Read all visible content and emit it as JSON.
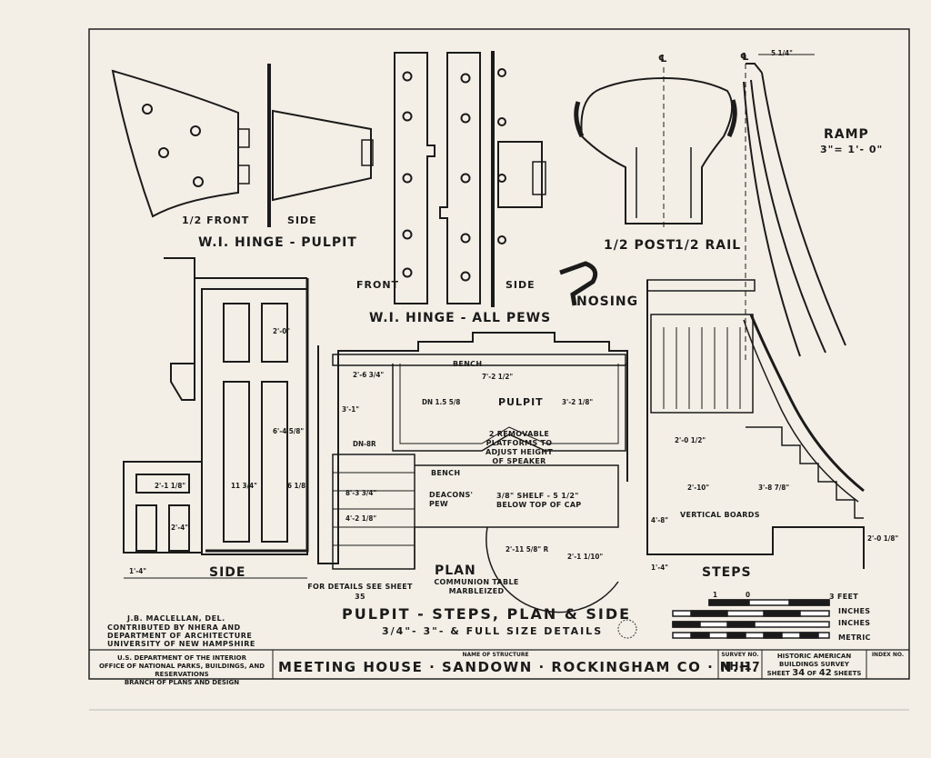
{
  "hinge_pulpit": {
    "front": "1/2 FRONT",
    "side": "SIDE",
    "title": "W.I. HINGE - PULPIT"
  },
  "hinge_pews": {
    "front": "FRONT",
    "side": "SIDE",
    "title": "W.I. HINGE - ALL PEWS"
  },
  "post_rail": {
    "post": "1/2 POST",
    "rail": "1/2 RAIL",
    "centerline": "℄",
    "dim_top": "5 1/4\""
  },
  "ramp": {
    "title": "RAMP",
    "scale": "3\"= 1'- 0\""
  },
  "nosing": "NOSING",
  "side_view": {
    "label": "SIDE"
  },
  "plan": {
    "label": "PLAN",
    "bench_top": "BENCH",
    "bench_bottom": "BENCH",
    "pulpit": "PULPIT",
    "platforms": "2 REMOVABLE PLATFORMS TO ADJUST HEIGHT OF SPEAKER",
    "deacons_pew": "DEACONS' PEW",
    "shelf": "3/8\" SHELF - 5 1/2\" BELOW TOP OF CAP",
    "communion_table": "COMMUNION TABLE MARBLEIZED",
    "details_note": "FOR DETAILS SEE SHEET 35",
    "dn_top": "DN 1.5 5/8",
    "dn_left": "DN-8R",
    "dims": [
      "2'-6 3/4\"",
      "7'-2 1/2\"",
      "3'-2 1/8\"",
      "3'-1\"",
      "8'-3 3/4\"",
      "4'-2 1/8\"",
      "2'-11 5/8\" R",
      "2'-1 1/10\""
    ]
  },
  "steps_view": {
    "label": "STEPS",
    "vertical_boards": "VERTICAL BOARDS",
    "dims": [
      "2'-10\"",
      "3'-8 7/8\"",
      "2'-0 1/2\"",
      "4'-8\"",
      "2'-0 1/8\"",
      "1'-4\""
    ]
  },
  "side_dims": [
    "2'-0\"",
    "6'-4 5/8\"",
    "2'-1 1/8\"",
    "11 3/4\"",
    "1'-4\"",
    "6 1/8\"",
    "2'-4\""
  ],
  "credits": [
    "J.B. MACLELLAN, DEL.",
    "CONTRIBUTED BY NHERA AND",
    "DEPARTMENT OF ARCHITECTURE",
    "UNIVERSITY OF NEW HAMPSHIRE"
  ],
  "main_title": "PULPIT - STEPS, PLAN & SIDE",
  "sub_title": "3/4\"- 3\"- & FULL SIZE DETAILS",
  "scale_bar": {
    "zero": "0",
    "one": "1",
    "three_feet": "3 FEET",
    "inches_1": "INCHES",
    "inches_2": "INCHES",
    "metric": "METRIC"
  },
  "title_block": {
    "agency_1": "U.S. DEPARTMENT OF THE INTERIOR",
    "agency_2": "OFFICE OF NATIONAL PARKS, BUILDINGS, AND RESERVATIONS",
    "agency_3": "BRANCH OF PLANS AND DESIGN",
    "name_caption": "NAME OF STRUCTURE",
    "structure_name": "MEETING HOUSE · SANDOWN · ROCKINGHAM CO · N.H.",
    "survey_caption": "SURVEY NO.",
    "survey_no": "NH-17",
    "habs_1": "HISTORIC AMERICAN",
    "habs_2": "BUILDINGS SURVEY",
    "sheet_prefix": "SHEET",
    "sheet_no": "34",
    "sheet_of": "OF",
    "sheet_total": "42",
    "sheets_word": "SHEETS",
    "index_caption": "INDEX NO."
  }
}
